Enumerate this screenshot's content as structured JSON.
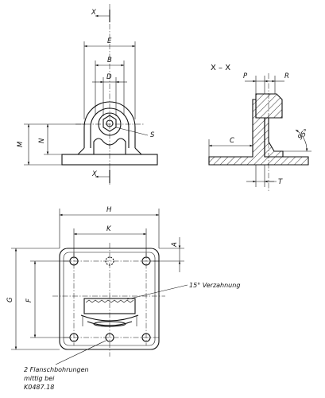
{
  "section": {
    "marker": "X",
    "title": "X – X"
  },
  "dims": {
    "E": "E",
    "B": "B",
    "D": "D",
    "M": "M",
    "N": "N",
    "S": "S",
    "P": "P",
    "R": "R",
    "C": "C",
    "T": "T",
    "angle": "95°",
    "H": "H",
    "K": "K",
    "A": "A",
    "G": "G",
    "F": "F"
  },
  "notes": {
    "serration": "15° Verzahnung",
    "flange_line1": "2 Flanschbohrungen",
    "flange_line2": "mittig bei",
    "flange_line3": "K0487.18"
  }
}
